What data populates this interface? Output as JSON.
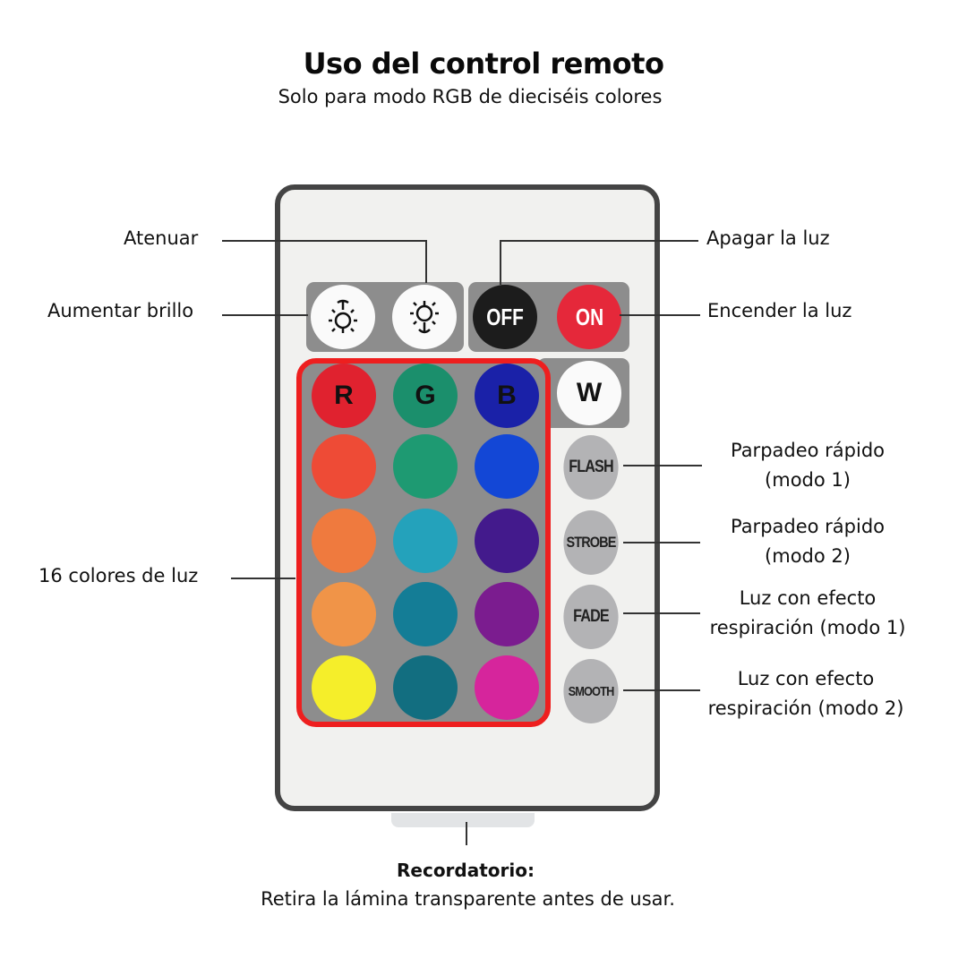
{
  "header": {
    "title": "Uso del control remoto",
    "subtitle": "Solo para modo RGB de dieciséis colores"
  },
  "remote": {
    "brightness_buttons": [
      {
        "id": "brightness-up",
        "icon": "sun-arrow-up-icon"
      },
      {
        "id": "brightness-down",
        "icon": "sun-arrow-down-icon"
      }
    ],
    "power_buttons": [
      {
        "id": "off",
        "label": "OFF",
        "color": "#1c1c1c"
      },
      {
        "id": "on",
        "label": "ON",
        "color": "#e5283a"
      }
    ],
    "color_grid": [
      {
        "label": "R",
        "color": "#e0222f"
      },
      {
        "label": "G",
        "color": "#1b8f6c"
      },
      {
        "label": "B",
        "color": "#1a21a8"
      },
      {
        "label": "",
        "color": "#ee4b36"
      },
      {
        "label": "",
        "color": "#1e9a72"
      },
      {
        "label": "",
        "color": "#1347d6"
      },
      {
        "label": "",
        "color": "#ef7a3e"
      },
      {
        "label": "",
        "color": "#24a2bb"
      },
      {
        "label": "",
        "color": "#431a8c"
      },
      {
        "label": "",
        "color": "#f09448"
      },
      {
        "label": "",
        "color": "#147d96"
      },
      {
        "label": "",
        "color": "#7b1c8f"
      },
      {
        "label": "",
        "color": "#f5ee2a"
      },
      {
        "label": "",
        "color": "#126e80"
      },
      {
        "label": "",
        "color": "#d6259c"
      }
    ],
    "white_button": {
      "label": "W"
    },
    "mode_buttons": [
      {
        "label": "FLASH"
      },
      {
        "label": "STROBE"
      },
      {
        "label": "FADE"
      },
      {
        "label": "SMOOTH"
      }
    ],
    "accent_color": "#ee1f1f"
  },
  "callouts": {
    "atenuar": "Atenuar",
    "aumentar_brillo": "Aumentar brillo",
    "apagar": "Apagar la luz",
    "encender": "Encender la luz",
    "colores": "16 colores de luz",
    "flash_line1": "Parpadeo rápido",
    "flash_line2": "(modo 1)",
    "strobe_line1": "Parpadeo rápido",
    "strobe_line2": "(modo 2)",
    "fade_line1": "Luz con efecto",
    "fade_line2": "respiración (modo 1)",
    "smooth_line1": "Luz con efecto",
    "smooth_line2": "respiración (modo 2)"
  },
  "footer": {
    "reminder_title": "Recordatorio:",
    "reminder_text": "Retira la lámina transparente antes de usar."
  }
}
